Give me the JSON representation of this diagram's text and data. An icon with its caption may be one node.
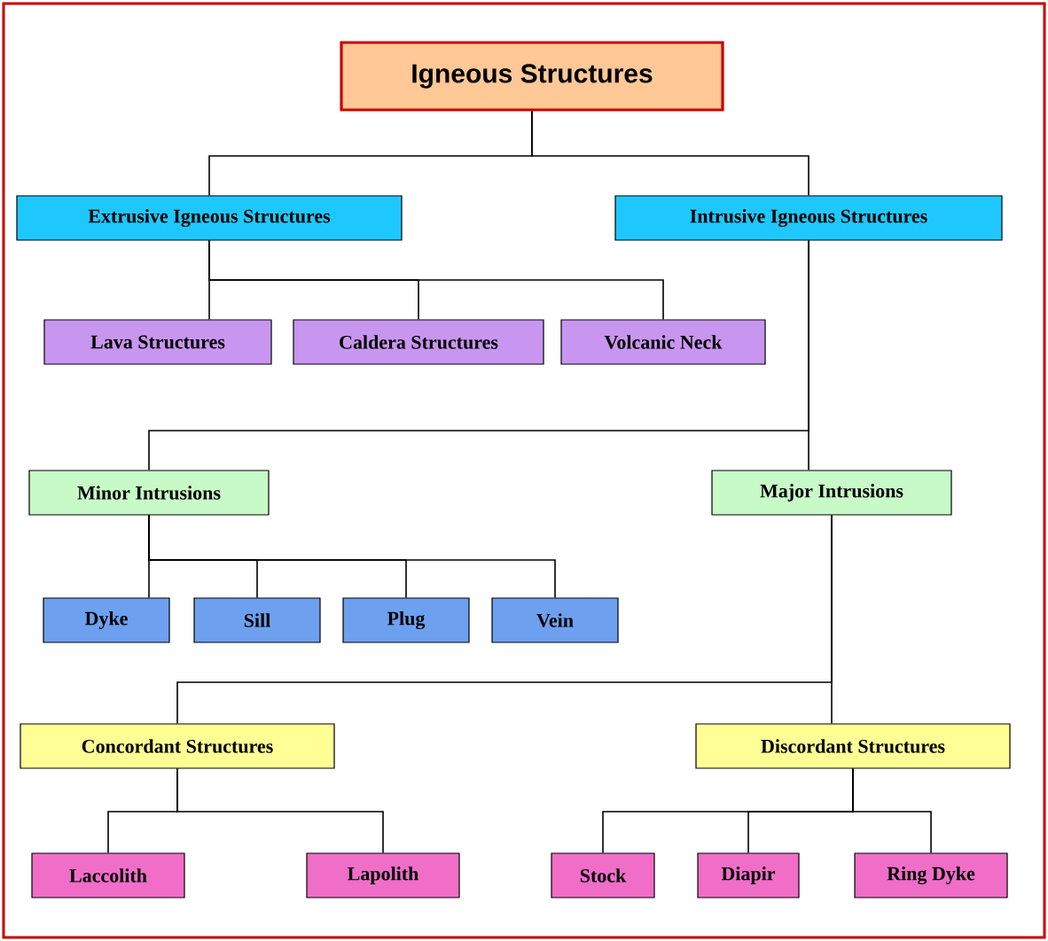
{
  "diagram": {
    "nodes": [
      {
        "text": [
          "Igneous Structures"
        ]
      },
      {
        "text": [
          "Extrusive Igneous Structures"
        ]
      },
      {
        "text": [
          "Intrusive Igneous Structures"
        ]
      },
      {
        "text": [
          "Lava Structures"
        ]
      },
      {
        "text": [
          "Caldera Structures"
        ]
      },
      {
        "text": [
          "Volcanic Neck"
        ]
      },
      {
        "text": [
          "Minor Intrusions"
        ]
      },
      {
        "text": [
          "Major Intrusions"
        ]
      },
      {
        "text": [
          "Dyke"
        ]
      },
      {
        "text": [
          "Sill"
        ]
      },
      {
        "text": [
          "Plug"
        ]
      },
      {
        "text": [
          "Vein"
        ]
      },
      {
        "text": [
          "Concordant Structures"
        ]
      },
      {
        "text": [
          "Discordant Structures"
        ]
      },
      {
        "text": [
          "Laccolith"
        ]
      },
      {
        "text": [
          "Lapolith"
        ]
      },
      {
        "text": [
          "Stock"
        ]
      },
      {
        "text": [
          "Diapir"
        ]
      },
      {
        "text": [
          "Ring Dyke"
        ]
      }
    ],
    "edges": [
      {
        "from": 0,
        "to": 1,
        "arrow": "none"
      },
      {
        "from": 0,
        "to": 2,
        "arrow": "none"
      },
      {
        "from": 1,
        "to": 3,
        "arrow": "none"
      },
      {
        "from": 1,
        "to": 4,
        "arrow": "none"
      },
      {
        "from": 1,
        "to": 5,
        "arrow": "none"
      },
      {
        "from": 2,
        "to": 6,
        "arrow": "none"
      },
      {
        "from": 2,
        "to": 7,
        "arrow": "none"
      },
      {
        "from": 6,
        "to": 8,
        "arrow": "none"
      },
      {
        "from": 6,
        "to": 9,
        "arrow": "none"
      },
      {
        "from": 6,
        "to": 10,
        "arrow": "none"
      },
      {
        "from": 6,
        "to": 11,
        "arrow": "none"
      },
      {
        "from": 7,
        "to": 12,
        "arrow": "none"
      },
      {
        "from": 7,
        "to": 13,
        "arrow": "none"
      },
      {
        "from": 12,
        "to": 14,
        "arrow": "none"
      },
      {
        "from": 12,
        "to": 15,
        "arrow": "none"
      },
      {
        "from": 13,
        "to": 16,
        "arrow": "none"
      },
      {
        "from": 13,
        "to": 17,
        "arrow": "none"
      },
      {
        "from": 13,
        "to": 18,
        "arrow": "none"
      }
    ]
  }
}
